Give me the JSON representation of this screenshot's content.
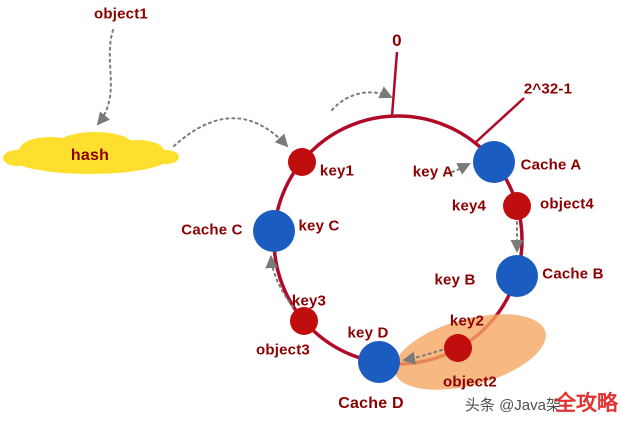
{
  "diagram": {
    "labels": {
      "object1": "object1",
      "hash": "hash",
      "zero": "0",
      "ring_max": "2^32-1",
      "key1": "key1",
      "key_a": "key A",
      "cache_a": "Cache A",
      "key4": "key4",
      "object4": "object4",
      "key_b": "key B",
      "cache_b": "Cache B",
      "key2": "key2",
      "object2": "object2",
      "key_d": "key D",
      "cache_d": "Cache D",
      "object3": "object3",
      "key3": "key3",
      "key_c": "key C",
      "cache_c": "Cache C"
    },
    "watermark": {
      "prefix": "头条 @Java架",
      "suffix": "全攻略"
    },
    "colors": {
      "ring": "#b00a28",
      "cache_node": "#1b5cc0",
      "key_node": "#c00d0d",
      "label_text": "#8b0000",
      "hash_cloud": "#ffdf2e",
      "highlight": "#f5a661",
      "arrow": "#7a7a7a",
      "watermark_red": "#e23333"
    }
  }
}
